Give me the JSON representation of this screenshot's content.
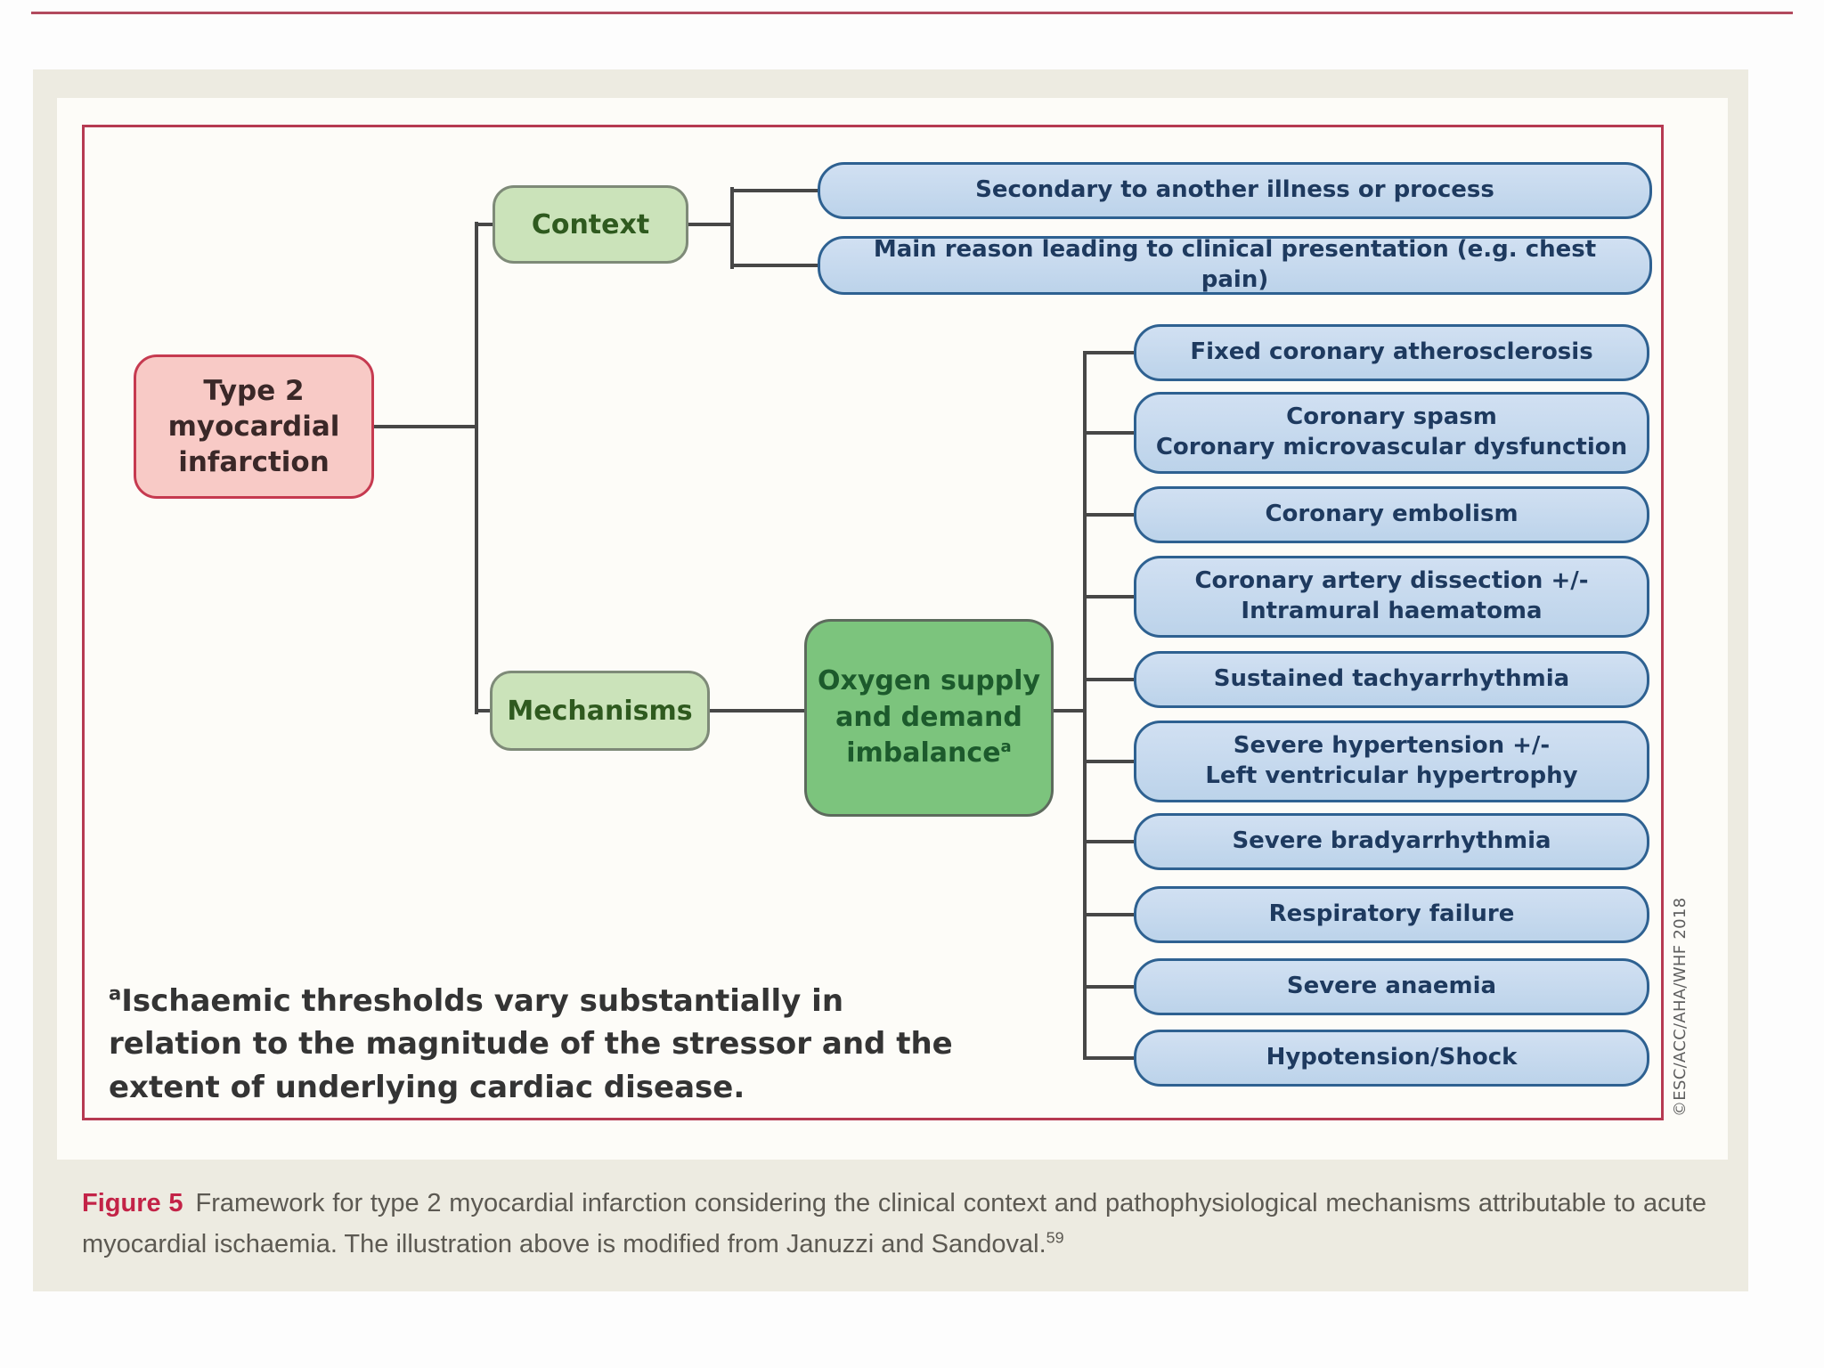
{
  "colors": {
    "page_background": "#fdfdfd",
    "panel_background": "#edebe1",
    "figure_border": "#b63a52",
    "top_rule": "#b24a5e",
    "root_fill": "#f8cac6",
    "root_border": "#c63a50",
    "branch_fill": "#cbe3ba",
    "branch_border": "#7e8a78",
    "oxygen_fill": "#7cc47d",
    "item_fill": "#c5d9ee",
    "item_border": "#2e6191",
    "item_text": "#1e3a5f",
    "connector": "#474747",
    "caption_accent": "#c32347"
  },
  "diagram": {
    "root_label": "Type 2\nmyocardial\ninfarction",
    "context_label": "Context",
    "context_items": [
      "Secondary to another illness or process",
      "Main reason leading to clinical presentation (e.g. chest pain)"
    ],
    "mechanisms_label": "Mechanisms",
    "oxygen_label": "Oxygen supply\nand demand\nimbalance",
    "oxygen_superscript": "a",
    "causes": [
      "Fixed coronary atherosclerosis",
      "Coronary spasm\nCoronary microvascular dysfunction",
      "Coronary embolism",
      "Coronary artery dissection +/-\nIntramural haematoma",
      "Sustained tachyarrhythmia",
      "Severe hypertension +/-\nLeft ventricular hypertrophy",
      "Severe bradyarrhythmia",
      "Respiratory failure",
      "Severe anaemia",
      "Hypotension/Shock"
    ],
    "footnote_marker": "a",
    "footnote_text": "Ischaemic thresholds vary substantially in\nrelation to the magnitude of the stressor and the\nextent of underlying cardiac disease.",
    "watermark": "©ESC/ACC/AHA/WHF 2018"
  },
  "caption": {
    "label": "Figure 5",
    "text": "Framework for type 2 myocardial infarction considering the clinical context and pathophysiological mechanisms attributable to acute myocardial ischaemia. The illustration above is modified from Januzzi and Sandoval.",
    "reference": "59"
  }
}
